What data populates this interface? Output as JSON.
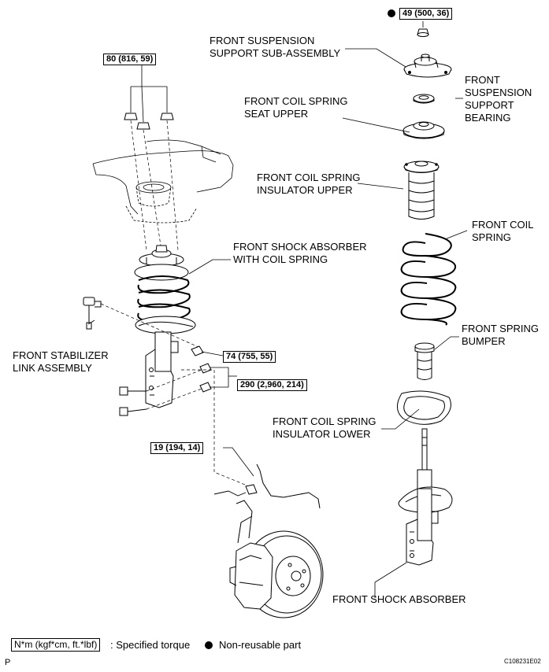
{
  "labels": {
    "support_sub_assembly": "FRONT SUSPENSION\nSUPPORT SUB-ASSEMBLY",
    "support_bearing": "FRONT\nSUSPENSION\nSUPPORT\nBEARING",
    "coil_spring_seat_upper": "FRONT COIL SPRING\nSEAT UPPER",
    "coil_spring_insulator_upper": "FRONT COIL SPRING\nINSULATOR UPPER",
    "shock_with_coil_spring": "FRONT SHOCK ABSORBER\nWITH COIL SPRING",
    "coil_spring": "FRONT COIL\nSPRING",
    "spring_bumper": "FRONT SPRING\nBUMPER",
    "stabilizer_link": "FRONT STABILIZER\nLINK ASSEMBLY",
    "coil_spring_insulator_lower": "FRONT COIL SPRING\nINSULATOR LOWER",
    "shock_absorber": "FRONT SHOCK ABSORBER"
  },
  "torques": {
    "top_nut": "49 (500, 36)",
    "upper_mount_nuts": "80 (816, 59)",
    "stabilizer_nut": "74 (755, 55)",
    "knuckle_nuts": "290 (2,960, 214)",
    "sensor_bolt": "19 (194, 14)"
  },
  "legend": {
    "torque_unit": "N*m (kgf*cm, ft.*lbf)",
    "torque_desc": ": Specified torque",
    "non_reusable": "Non-reusable part"
  },
  "corner": {
    "page_mark": "P",
    "figure_id": "C108231E02"
  },
  "colors": {
    "ink": "#000000",
    "background": "#ffffff"
  }
}
